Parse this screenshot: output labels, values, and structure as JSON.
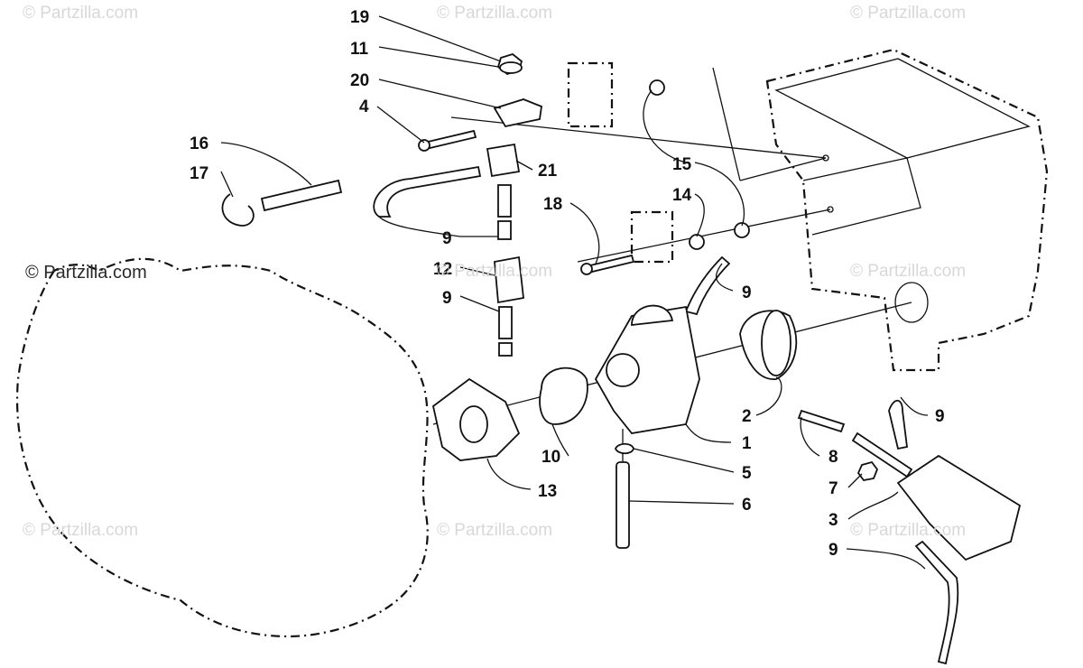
{
  "watermarks": {
    "top_left": "© Partzilla.com",
    "top_center": "© Partzilla.com",
    "top_right": "© Partzilla.com",
    "mid_left": "© Partzilla.com",
    "mid_center": "© Partzilla.com",
    "mid_right": "© Partzilla.com",
    "bottom_left": "© Partzilla.com",
    "bottom_center": "© Partzilla.com",
    "bottom_right": "© Partzilla.com"
  },
  "callouts": {
    "c19": "19",
    "c11": "11",
    "c20": "20",
    "c4": "4",
    "c16": "16",
    "c17": "17",
    "c21": "21",
    "c15": "15",
    "c14": "14",
    "c18": "18",
    "c9_a": "9",
    "c12": "12",
    "c9_b": "9",
    "c9_c": "9",
    "c9_d": "9",
    "c9_e": "9",
    "c2": "2",
    "c1": "1",
    "c10": "10",
    "c13": "13",
    "c5": "5",
    "c6": "6",
    "c8": "8",
    "c7": "7",
    "c3": "3"
  }
}
